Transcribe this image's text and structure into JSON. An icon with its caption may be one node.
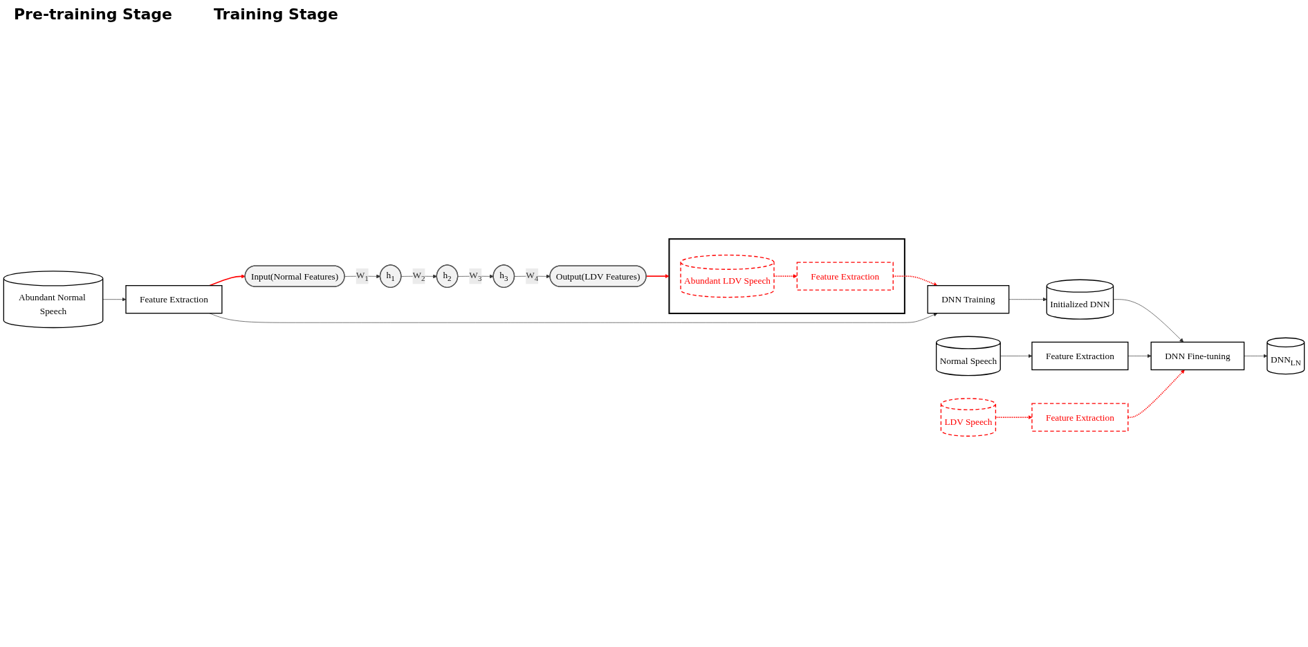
{
  "diagram": {
    "nodes": [
      {
        "text": [
          "Output(LDV Features)"
        ]
      },
      {
        "text": [
          "h$_{3}$"
        ]
      },
      {
        "text": [
          "h$_{2}$"
        ]
      },
      {
        "text": [
          "h$_{1}$"
        ]
      },
      {
        "text": [
          "Input(Normal Features)"
        ]
      },
      {
        "text": [],
        "shape": "box"
      },
      {
        "text": [
          "Abundant LDV Speech"
        ],
        "in": 5
      },
      {
        "text": [
          "Feature Extraction"
        ],
        "in": 5
      },
      {
        "text": [
          "Abundant Normal Speech"
        ]
      },
      {
        "text": [
          "Feature Extraction"
        ]
      },
      {
        "text": [
          "DNN Training"
        ]
      },
      {
        "text": [
          "Initialized DNN"
        ]
      },
      {
        "text": [
          "Normal Speech"
        ]
      },
      {
        "text": [
          "Feature Extraction"
        ]
      },
      {
        "text": [
          "DNN Fine-tuning"
        ]
      },
      {
        "text": [
          "DNN$_{LN}$"
        ]
      },
      {
        "text": [
          "LDV Speech"
        ]
      },
      {
        "text": [
          "Feature Extraction"
        ]
      }
    ],
    "edges": [
      {
        "from": 4,
        "to": 3,
        "arrow": "to",
        "label": "W$_{1}$"
      },
      {
        "from": 3,
        "to": 2,
        "arrow": "to",
        "label": "W$_{2}$"
      },
      {
        "from": 2,
        "to": 1,
        "arrow": "to",
        "label": "W$_{3}$"
      },
      {
        "from": 1,
        "to": 0,
        "arrow": "to",
        "label": "W$_{4}$"
      },
      {
        "from": 0,
        "to": 5,
        "arrow": "to",
        "color": "#ff0000"
      },
      {
        "from": 6,
        "to": 7,
        "arrow": "to",
        "style": "dashed",
        "color": "#ff0000"
      },
      {
        "from": 7,
        "to": 10,
        "arrow": "to",
        "style": "dashed",
        "color": "#ff0000"
      },
      {
        "from": 8,
        "to": 9,
        "arrow": "to"
      },
      {
        "from": 9,
        "to": 10,
        "arrow": "to"
      },
      {
        "from": 10,
        "to": 11,
        "arrow": "to"
      },
      {
        "from": 11,
        "to": 14,
        "arrow": "to"
      },
      {
        "from": 12,
        "to": 13,
        "arrow": "to"
      },
      {
        "from": 13,
        "to": 14,
        "arrow": "to"
      },
      {
        "from": 14,
        "to": 15,
        "arrow": "to"
      },
      {
        "from": 16,
        "to": 17,
        "arrow": "to",
        "style": "dashed",
        "color": "#ff0000"
      },
      {
        "from": 17,
        "to": 14,
        "arrow": "to",
        "style": "dashed",
        "color": "#ff0000"
      },
      {
        "from": 9,
        "to": 4,
        "arrow": "to",
        "color": "#ff0000"
      }
    ],
    "labels": [
      "Pre-training Stage",
      "Training Stage"
    ]
  }
}
